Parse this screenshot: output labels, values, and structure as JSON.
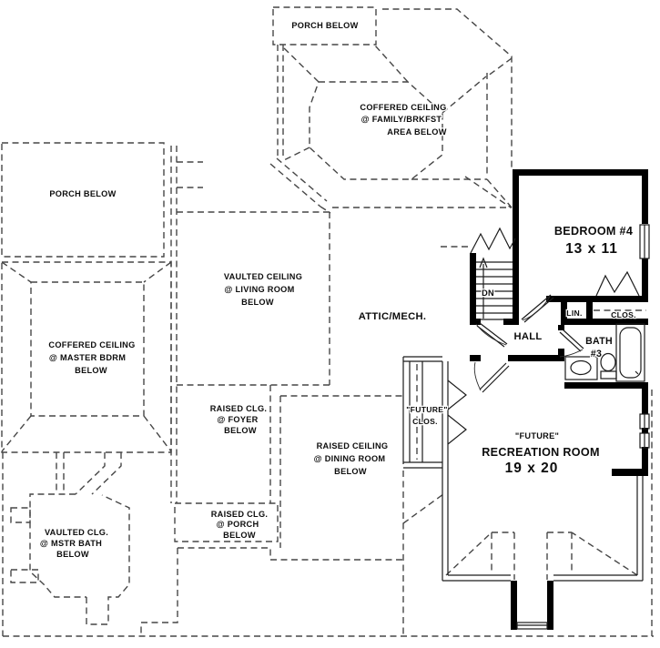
{
  "plan": {
    "type": "second-floor house plan",
    "colors": {
      "line": "#474747",
      "wall": "#000000",
      "background": "#ffffff"
    }
  },
  "labels": {
    "top_porch": {
      "l1": "PORCH BELOW"
    },
    "family_area": {
      "l1": "COFFERED CEILING",
      "l2": "@ FAMILY/BRKFST",
      "l3": "AREA BELOW"
    },
    "left_porch": {
      "l1": "PORCH BELOW"
    },
    "master_bdrm": {
      "l1": "COFFERED CEILING",
      "l2": "@ MASTER BDRM",
      "l3": "BELOW"
    },
    "living_room": {
      "l1": "VAULTED CEILING",
      "l2": "@ LIVING ROOM",
      "l3": "BELOW"
    },
    "attic": {
      "l1": "ATTIC/MECH."
    },
    "bedroom4": {
      "name": "BEDROOM #4",
      "size": "13 x 11"
    },
    "stairs": {
      "dn": "DN"
    },
    "linen": {
      "l1": "LIN."
    },
    "closet": {
      "l1": "CLOS."
    },
    "hall": {
      "l1": "HALL"
    },
    "bath3": {
      "l1": "BATH",
      "l2": "#3"
    },
    "future_closet": {
      "l1": "\"FUTURE\"",
      "l2": "CLOS."
    },
    "recreation": {
      "l1": "\"FUTURE\"",
      "name": "RECREATION ROOM",
      "size": "19 x 20"
    },
    "foyer": {
      "l1": "RAISED CLG.",
      "l2": "@ FOYER",
      "l3": "BELOW"
    },
    "dining": {
      "l1": "RAISED CEILING",
      "l2": "@ DINING ROOM",
      "l3": "BELOW"
    },
    "porch_raised": {
      "l1": "RAISED CLG.",
      "l2": "@ PORCH",
      "l3": "BELOW"
    },
    "master_bath": {
      "l1": "VAULTED CLG.",
      "l2": "@ MSTR BATH",
      "l3": "BELOW"
    }
  }
}
